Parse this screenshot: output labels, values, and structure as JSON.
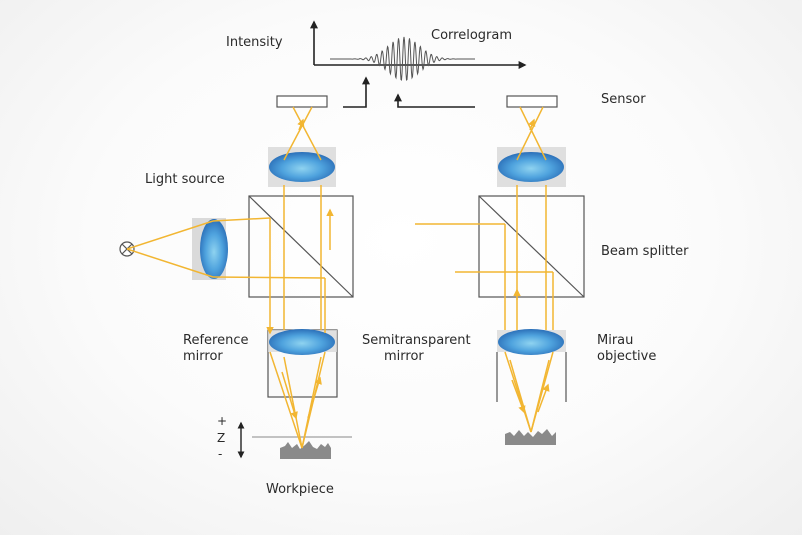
{
  "labels": {
    "intensity": "Intensity",
    "correlogram": "Correlogram",
    "sensor": "Sensor",
    "light_source": "Light source",
    "beam_splitter": "Beam splitter",
    "reference_mirror": [
      "Reference",
      "mirror"
    ],
    "semitransparent_mirror": [
      "Semitransparent",
      "mirror"
    ],
    "mirau_objective": [
      "Mirau",
      "objective"
    ],
    "workpiece": "Workpiece",
    "z_plus": "+",
    "z_label": "Z",
    "z_minus": "-"
  },
  "colors": {
    "beam": "#f2b632",
    "lens_light": "#8fd3f0",
    "lens_dark": "#2b6fb8",
    "lens_housing": "#d6d6d6",
    "outline": "#555555",
    "text": "#2a2a2a",
    "surface": "#8a8a8a"
  },
  "icons": {
    "light_source_symbol": "circle-x-lamp-icon"
  }
}
